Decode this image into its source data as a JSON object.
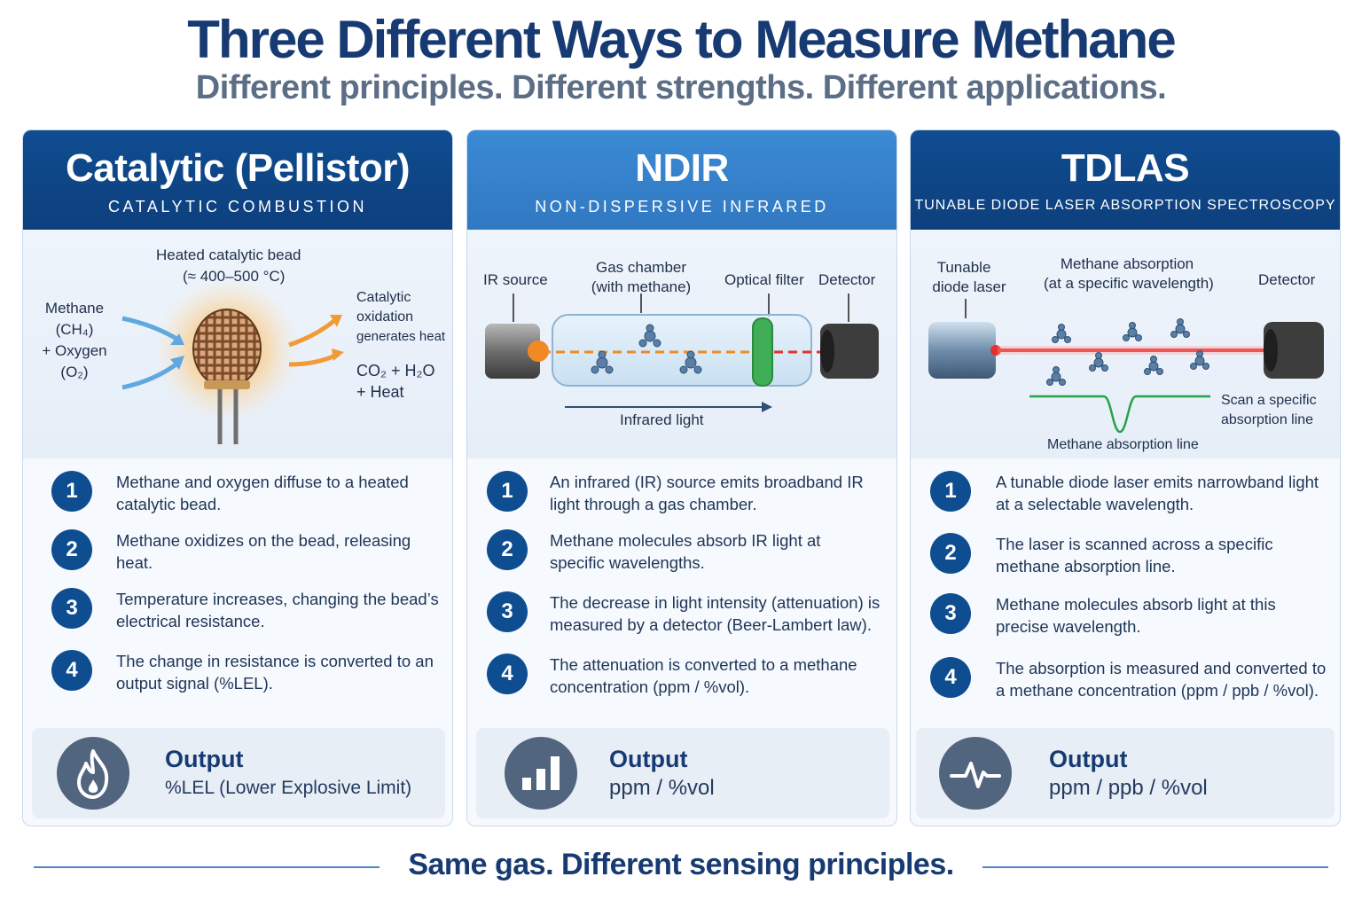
{
  "title": "Three Different Ways to Measure Methane",
  "subtitle": "Different principles. Different strengths. Different applications.",
  "footer": "Same gas. Different sensing principles.",
  "panels": [
    {
      "title": "Catalytic (Pellistor)",
      "subtitle": "CATALYTIC COMBUSTION",
      "diagram": {
        "bead": "Heated catalytic bead",
        "bead_temp": "(≈ 400–500 °C)",
        "input_1": "Methane",
        "input_2": "(CH₄)",
        "input_3": "+ Oxygen",
        "input_4": "(O₂)",
        "oxid_1": "Catalytic",
        "oxid_2": "oxidation",
        "oxid_3": "generates heat",
        "products_1": "CO₂ + H₂O",
        "products_2": "+ Heat"
      },
      "steps": [
        {
          "n": "1",
          "text": "Methane and oxygen diffuse to a heated catalytic bead."
        },
        {
          "n": "2",
          "text": "Methane oxidizes on the bead, releasing heat."
        },
        {
          "n": "3",
          "text": "Temperature increases, changing the bead’s electrical resistance."
        },
        {
          "n": "4",
          "text": "The change in resistance is converted to an output signal (%LEL)."
        }
      ],
      "output_label": "Output",
      "output_value": "%LEL (Lower Explosive Limit)",
      "output_icon": "flame-icon"
    },
    {
      "title": "NDIR",
      "subtitle": "NON-DISPERSIVE INFRARED",
      "diagram": {
        "source": "IR source",
        "chamber_1": "Gas chamber",
        "chamber_2": "(with methane)",
        "filter": "Optical filter",
        "detector": "Detector",
        "light": "Infrared light"
      },
      "steps": [
        {
          "n": "1",
          "text": "An infrared (IR) source emits broadband IR light through a gas chamber."
        },
        {
          "n": "2",
          "text": "Methane molecules absorb IR light at specific wavelengths."
        },
        {
          "n": "3",
          "text": "The decrease in light intensity (attenuation) is measured by a detector (Beer-Lambert law)."
        },
        {
          "n": "4",
          "text": "The attenuation is converted to a methane concentration (ppm / %vol)."
        }
      ],
      "output_label": "Output",
      "output_value": "ppm / %vol",
      "output_icon": "bar-chart-icon"
    },
    {
      "title": "TDLAS",
      "subtitle": "TUNABLE DIODE LASER ABSORPTION SPECTROSCOPY",
      "diagram": {
        "laser_1": "Tunable",
        "laser_2": "diode laser",
        "absorb_1": "Methane absorption",
        "absorb_2": "(at a specific wavelength)",
        "detector": "Detector",
        "scan_1": "Scan a specific",
        "scan_2": "absorption line",
        "line": "Methane absorption line"
      },
      "steps": [
        {
          "n": "1",
          "text": "A tunable diode laser emits narrowband light at a selectable wavelength."
        },
        {
          "n": "2",
          "text": "The laser is scanned across a specific methane absorption line."
        },
        {
          "n": "3",
          "text": "Methane molecules absorb light at this precise wavelength."
        },
        {
          "n": "4",
          "text": "The absorption is measured and converted to a methane concentration (ppm / ppb / %vol)."
        }
      ],
      "output_label": "Output",
      "output_value": "ppm / ppb / %vol",
      "output_icon": "pulse-icon"
    }
  ],
  "colors": {
    "navy": "#0f4d91",
    "blue": "#3178c2",
    "orange": "#f08a24",
    "red": "#e53030",
    "green": "#2aa04a"
  }
}
